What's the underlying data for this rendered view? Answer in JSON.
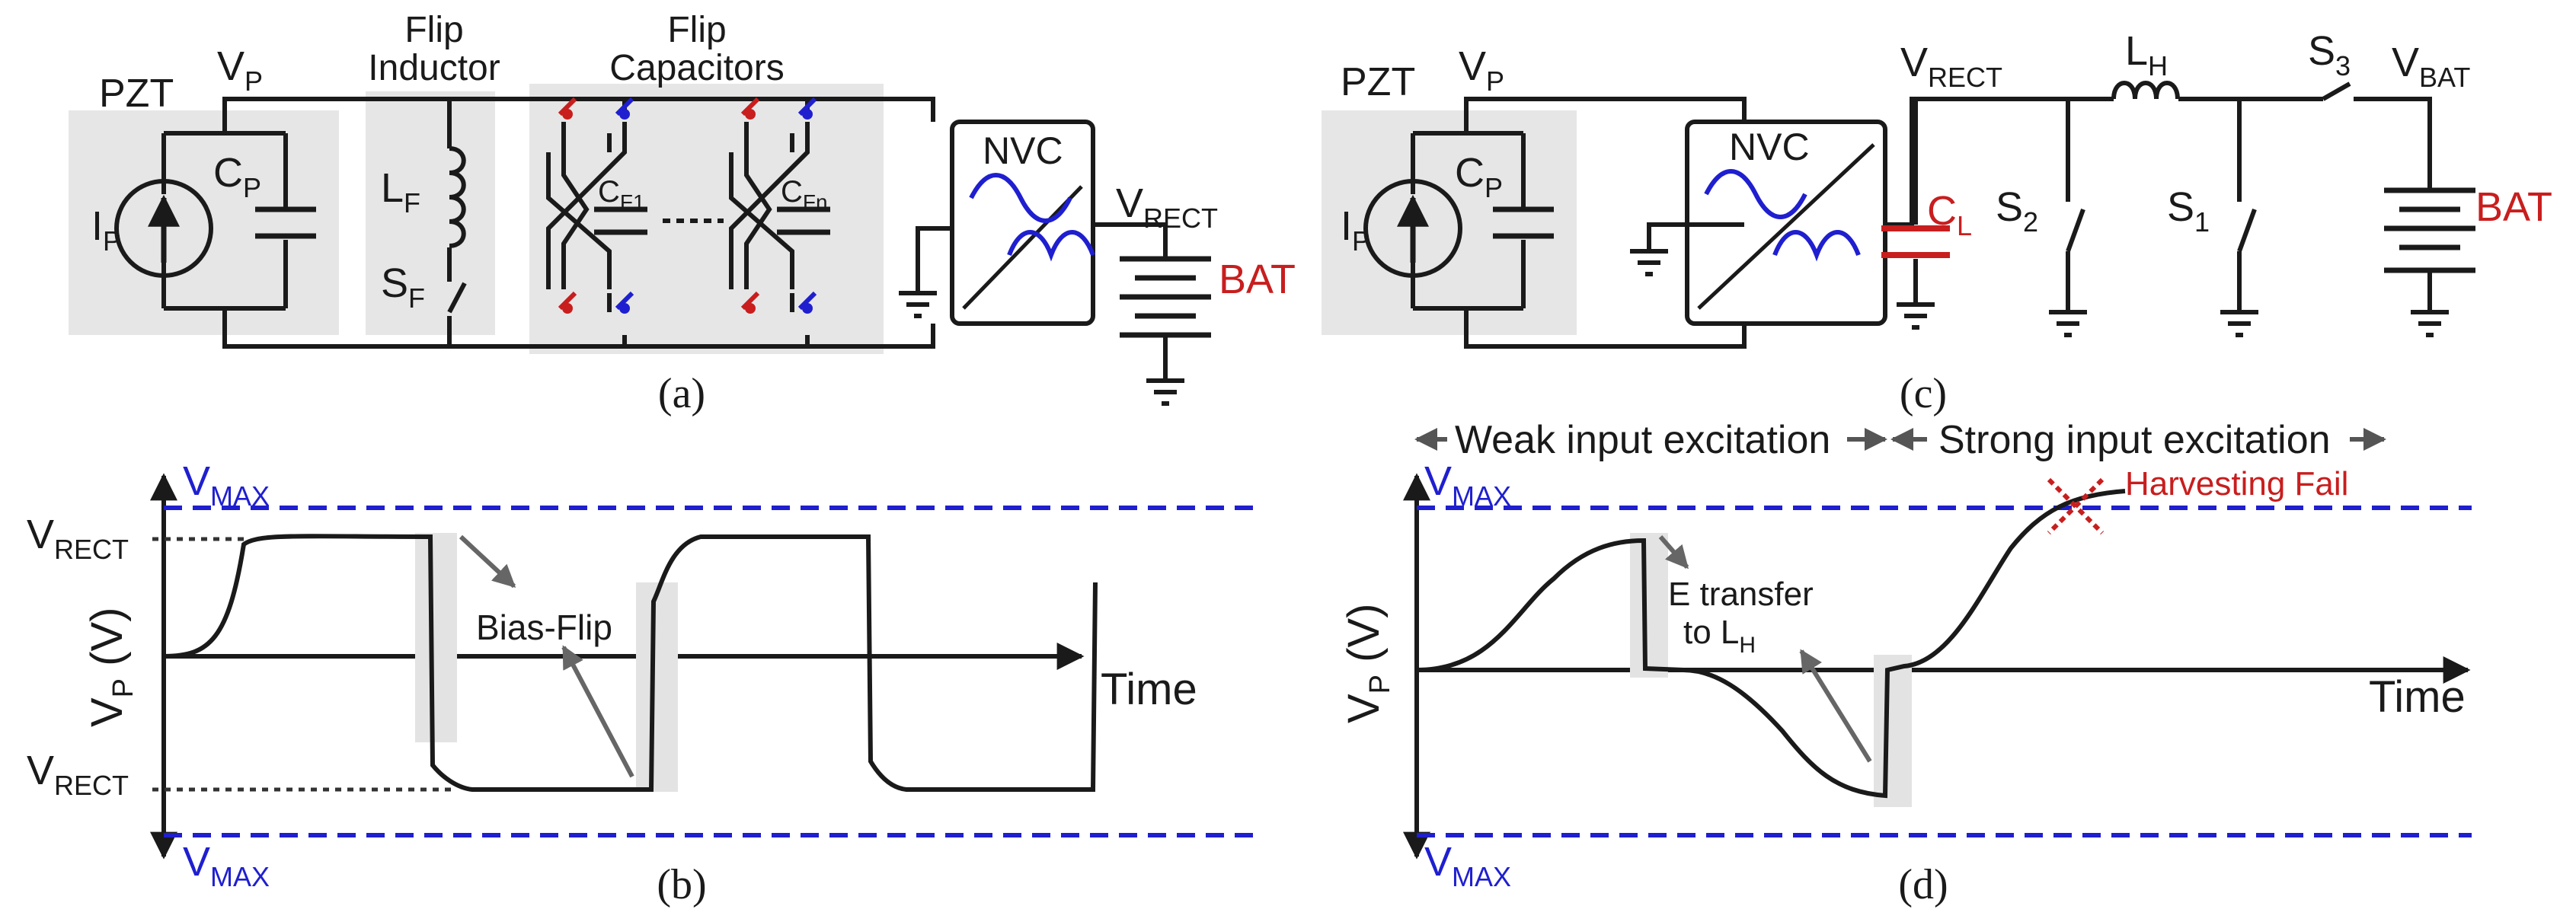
{
  "colors": {
    "wire": "#1a1a1a",
    "box_fill": "#e6e6e6",
    "vmax_blue": "#1f1fd0",
    "red_accent": "#c81e1e",
    "arrow_gray": "#666666"
  },
  "panel_a": {
    "pzt": "PZT",
    "ip": "I",
    "ip_sub": "P",
    "cp": "C",
    "cp_sub": "P",
    "vp": "V",
    "vp_sub": "P",
    "flip_inductor_1": "Flip",
    "flip_inductor_2": "Inductor",
    "flip_capacitors_1": "Flip",
    "flip_capacitors_2": "Capacitors",
    "lf": "L",
    "lf_sub": "F",
    "sf": "S",
    "sf_sub": "F",
    "cf1": "C",
    "cf1_sub": "F1",
    "cfn": "C",
    "cfn_sub": "Fn",
    "nvc": "NVC",
    "vrect": "V",
    "vrect_sub": "RECT",
    "bat": "BAT",
    "caption": "(a)"
  },
  "panel_b": {
    "vmax_top": "V",
    "vmax_top_sub": "MAX",
    "vmax_bottom": "V",
    "vmax_bottom_sub": "MAX",
    "vrect_top": "V",
    "vrect_top_sub": "RECT",
    "vrect_bottom": "V",
    "vrect_bottom_sub": "RECT",
    "ylabel": "V",
    "ylabel_sub": "P",
    "ylabel_unit": " (V)",
    "xlabel": "Time",
    "annotation": "Bias-Flip",
    "caption": "(b)"
  },
  "panel_c": {
    "pzt": "PZT",
    "ip": "I",
    "ip_sub": "P",
    "cp": "C",
    "cp_sub": "P",
    "vp": "V",
    "vp_sub": "P",
    "nvc": "NVC",
    "vrect": "V",
    "vrect_sub": "RECT",
    "lh": "L",
    "lh_sub": "H",
    "s3": "S",
    "s3_sub": "3",
    "vbat": "V",
    "vbat_sub": "BAT",
    "cl": "C",
    "cl_sub": "L",
    "s2": "S",
    "s2_sub": "2",
    "s1": "S",
    "s1_sub": "1",
    "bat": "BAT",
    "caption": "(c)"
  },
  "panel_d": {
    "weak": "Weak input excitation",
    "strong": "Strong input excitation",
    "vmax_top": "V",
    "vmax_top_sub": "MAX",
    "vmax_bottom": "V",
    "vmax_bottom_sub": "MAX",
    "harvest_fail": "Harvesting Fail",
    "etransfer_1": "E transfer",
    "etransfer_2": "to L",
    "etransfer_2_sub": "H",
    "ylabel": "V",
    "ylabel_sub": "P",
    "ylabel_unit": " (V)",
    "xlabel": "Time",
    "caption": "(d)"
  }
}
